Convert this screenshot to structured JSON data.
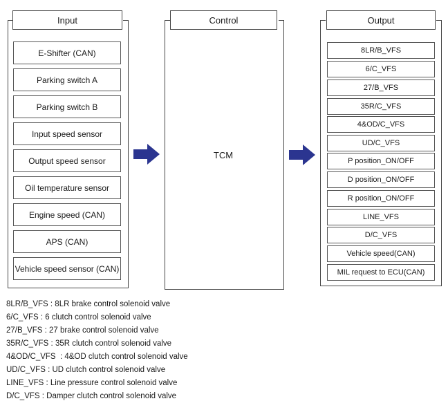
{
  "input": {
    "header": "Input",
    "items": [
      "E-Shifter (CAN)",
      "Parking switch A",
      "Parking switch B",
      "Input speed sensor",
      "Output speed sensor",
      "Oil temperature sensor",
      "Engine speed (CAN)",
      "APS (CAN)",
      "Vehicle speed sensor (CAN)"
    ]
  },
  "control": {
    "header": "Control",
    "unit": "TCM"
  },
  "output": {
    "header": "Output",
    "items": [
      "8LR/B_VFS",
      "6/C_VFS",
      "27/B_VFS",
      "35R/C_VFS",
      "4&OD/C_VFS",
      "UD/C_VFS",
      "P position_ON/OFF",
      "D position_ON/OFF",
      "R position_ON/OFF",
      "LINE_VFS",
      "D/C_VFS",
      "Vehicle speed(CAN)",
      "MIL request to ECU(CAN)"
    ]
  },
  "legend": [
    "8LR/B_VFS : 8LR brake control solenoid valve",
    "6/C_VFS : 6 clutch control solenoid valve",
    "27/B_VFS : 27 brake control solenoid valve",
    "35R/C_VFS : 35R clutch control solenoid valve",
    "4&OD/C_VFS  : 4&OD clutch control solenoid valve",
    "UD/C_VFS : UD clutch control solenoid valve",
    "LINE_VFS : Line pressure control solenoid valve",
    "D/C_VFS : Damper clutch control solenoid valve"
  ],
  "colors": {
    "arrow": "#2b3590"
  },
  "icons": {
    "flow_arrow": "right-arrow-icon"
  }
}
